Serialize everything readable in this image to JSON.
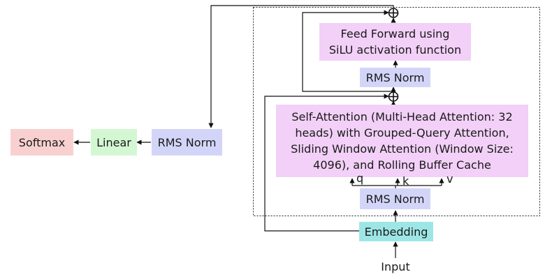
{
  "nodes": {
    "softmax": "Softmax",
    "linear": "Linear",
    "final_norm": "RMS Norm",
    "feed_forward": [
      "Feed Forward using",
      "SiLU activation function"
    ],
    "ffn_norm": "RMS Norm",
    "attention": [
      "Self-Attention (Multi-Head Attention: 32",
      "heads) with Grouped-Query Attention,",
      "Sliding Window Attention (Window Size:",
      "4096), and Rolling Buffer Cache"
    ],
    "attn_norm": "RMS Norm",
    "embedding": "Embedding",
    "input": "Input"
  },
  "inputs": {
    "q": "q",
    "k": "k",
    "v": "v"
  },
  "colors": {
    "softmax": "#f9d0d0",
    "linear": "#d3f7d3",
    "rms_norm": "#d3d5f8",
    "feed_forward": "#f2d0f7",
    "attention": "#f2d0f7",
    "embedding": "#9ee6e6"
  }
}
